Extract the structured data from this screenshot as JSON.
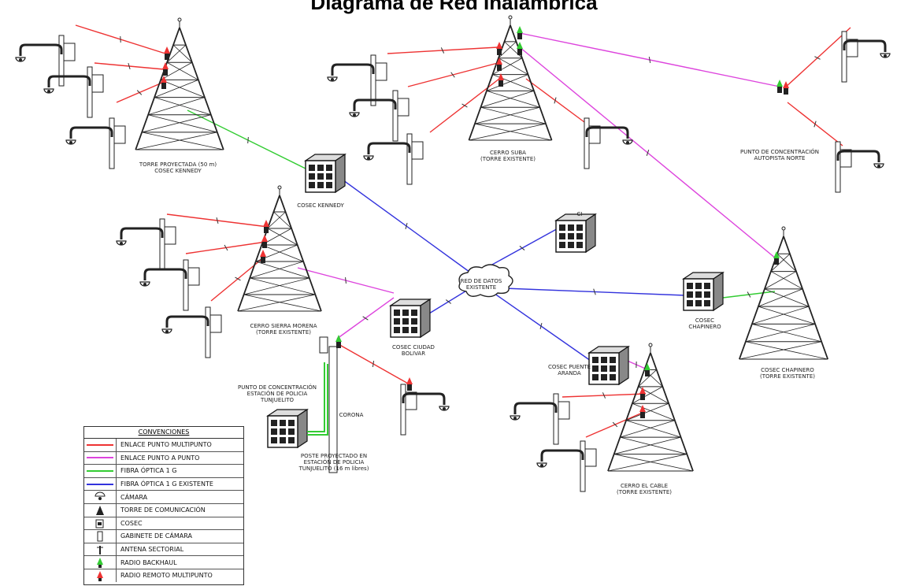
{
  "title": "Diagrama de Red Inalámbrica",
  "colors": {
    "multipoint": "#ee3333",
    "point_to_point": "#dd44dd",
    "fiber": "#33cc33",
    "fiber_existing": "#3333dd",
    "line_art": "#222222"
  },
  "nodes": {
    "kennedy_tower": "TORRE PROYECTADA (50 m)\nCOSEC KENNEDY",
    "kennedy_cosec": "COSEC KENNEDY",
    "suba_tower": "CERRO SUBA\n(TORRE EXISTENTE)",
    "autopista_point": "PUNTO DE CONCENTRACIÓN\nAUTOPISTA NORTE",
    "ci_cosec": "CI",
    "red_datos": "RED DE DATOS\nEXISTENTE",
    "sierra_tower": "CERRO SIERRA MORENA\n(TORRE EXISTENTE)",
    "bolivar_cosec": "COSEC CIUDAD\nBOLIVAR",
    "chapinero_cosec": "COSEC\nCHAPINERO",
    "chapinero_tower": "COSEC CHAPINERO\n(TORRE EXISTENTE)",
    "aranda_cosec": "COSEC PUENTE\nARANDA",
    "cable_tower": "CERRO EL CABLE\n(TORRE EXISTENTE)",
    "tunjuelito_point": "PUNTO DE CONCENTRACIÓN\nESTACIÓN DE POLICIA\nTUNJUELITO",
    "corona": "CORONA",
    "tunjuelito_pole": "POSTE PROYECTADO EN\nESTACIÓN DE POLICIA\nTUNJUELITO (16 m libres)"
  },
  "legend": {
    "heading": "CONVENCIONES",
    "items": [
      {
        "label": "ENLACE PUNTO MULTIPUNTO",
        "symbol": "line-icon",
        "color": "#ee3333"
      },
      {
        "label": "ENLACE PUNTO A PUNTO",
        "symbol": "line-icon",
        "color": "#dd44dd"
      },
      {
        "label": "FIBRA ÓPTICA 1 G",
        "symbol": "line-icon",
        "color": "#33cc33"
      },
      {
        "label": "FIBRA ÓPTICA 1 G EXISTENTE",
        "symbol": "line-icon",
        "color": "#3333dd"
      },
      {
        "label": "CÁMARA",
        "symbol": "camera-icon"
      },
      {
        "label": "TORRE DE COMUNICACIÓN",
        "symbol": "tower-icon"
      },
      {
        "label": "COSEC",
        "symbol": "cosec-icon"
      },
      {
        "label": "GABINETE DE CÁMARA",
        "symbol": "cabinet-icon"
      },
      {
        "label": "ANTENA SECTORIAL",
        "symbol": "sector-antenna-icon"
      },
      {
        "label": "RADIO BACKHAUL",
        "symbol": "radio-backhaul-icon",
        "color": "#33cc33"
      },
      {
        "label": "RADIO REMOTO MULTIPUNTO",
        "symbol": "radio-remote-icon",
        "color": "#ee3333"
      }
    ]
  }
}
